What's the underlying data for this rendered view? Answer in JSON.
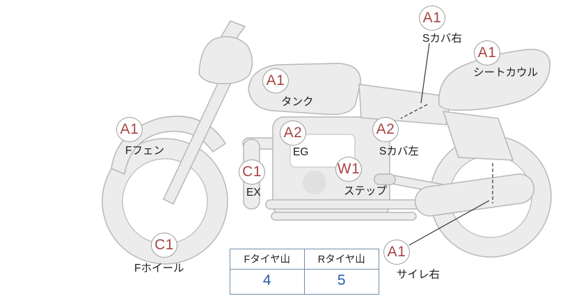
{
  "diagram": {
    "type": "motorcycle-condition-map",
    "labels": [
      {
        "grade": "A1",
        "part": "Fフェン"
      },
      {
        "grade": "C1",
        "part": "Fホイール"
      },
      {
        "grade": "A1",
        "part": "タンク"
      },
      {
        "grade": "A2",
        "part": "EG"
      },
      {
        "grade": "C1",
        "part": "EX"
      },
      {
        "grade": "W1",
        "part": "ステップ"
      },
      {
        "grade": "A2",
        "part": "Sカバ左"
      },
      {
        "grade": "A1",
        "part": "Sカバ右"
      },
      {
        "grade": "A1",
        "part": "シートカウル"
      },
      {
        "grade": "A1",
        "part": "サイレ右"
      }
    ]
  },
  "tire_table": {
    "front": {
      "header": "Fタイヤ山",
      "value": "4"
    },
    "rear": {
      "header": "Rタイヤ山",
      "value": "5"
    }
  },
  "colors": {
    "grade_text": "#a64444",
    "badge_border": "#9a9a9a",
    "part_text": "#1c1c1c",
    "table_border": "#6e8cab",
    "tire_value_text": "#2a5ca8",
    "bike_fill": "#ececec",
    "bike_outline": "#b7b7b7"
  }
}
